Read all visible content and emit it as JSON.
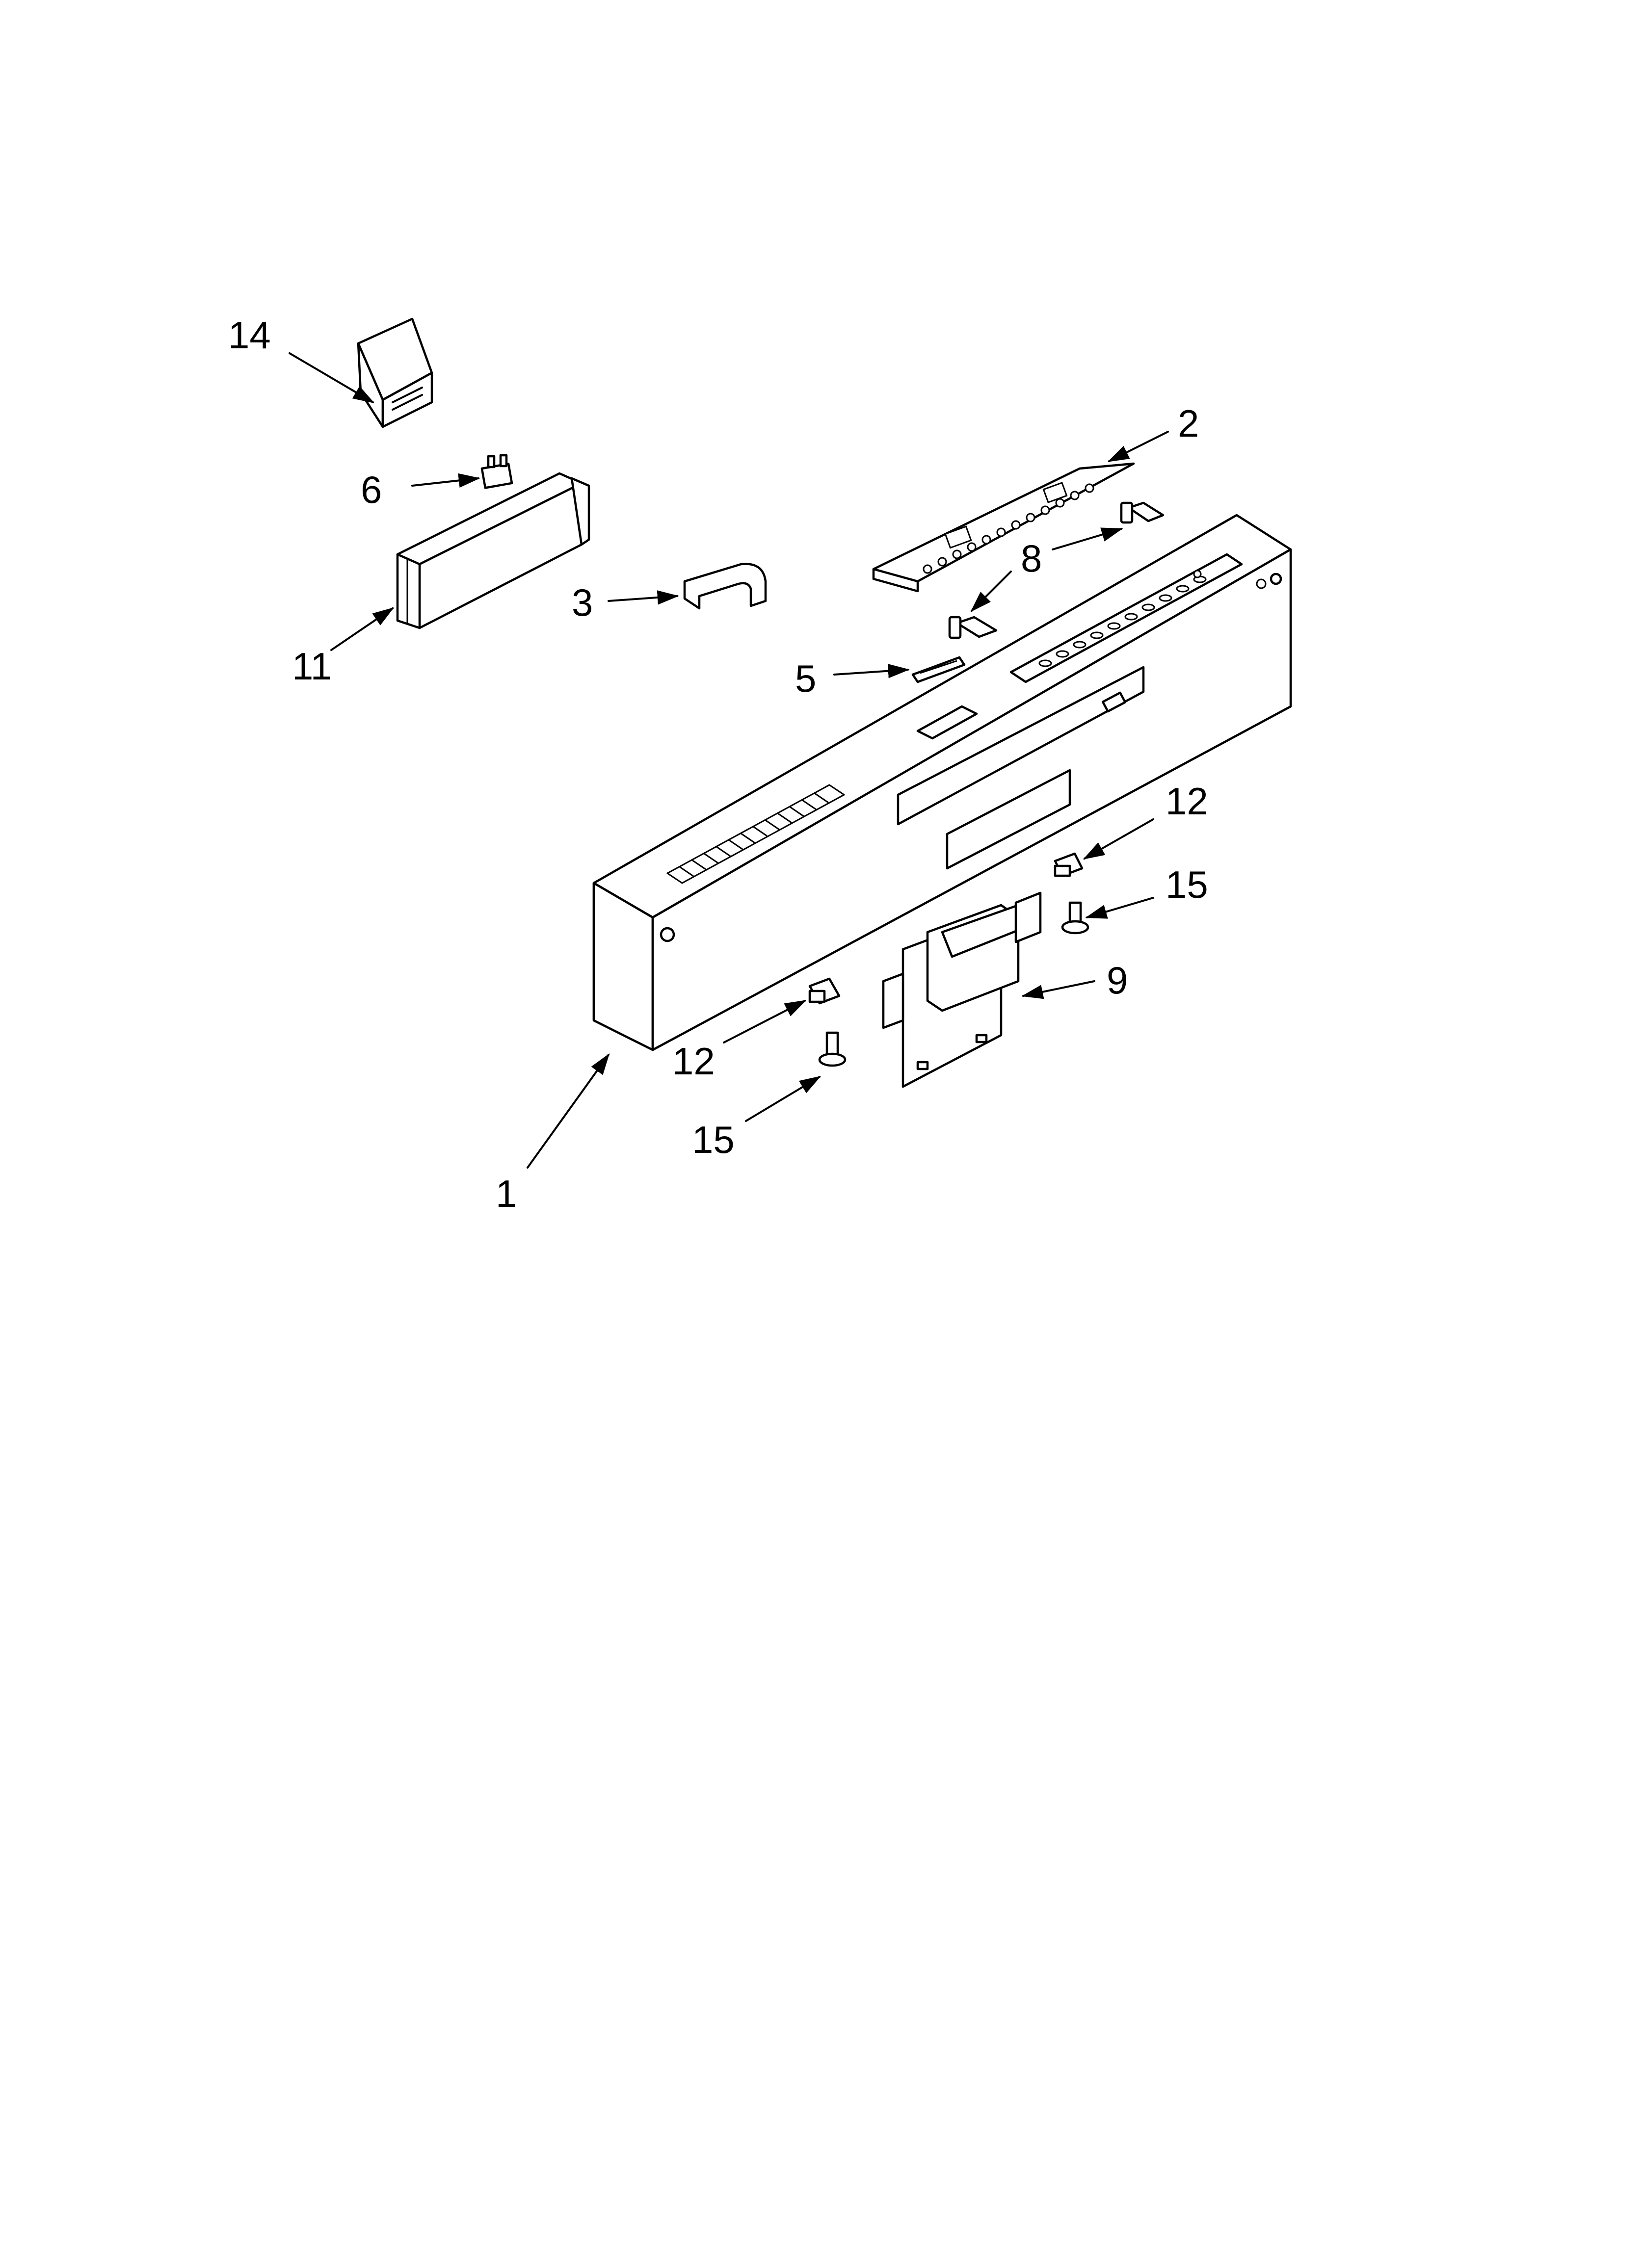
{
  "callouts": {
    "c14": "14",
    "c6": "6",
    "c11": "11",
    "c3": "3",
    "c2": "2",
    "c8": "8",
    "c5": "5",
    "c12a": "12",
    "c15a": "15",
    "c9": "9",
    "c12b": "12",
    "c15b": "15",
    "c1": "1"
  }
}
